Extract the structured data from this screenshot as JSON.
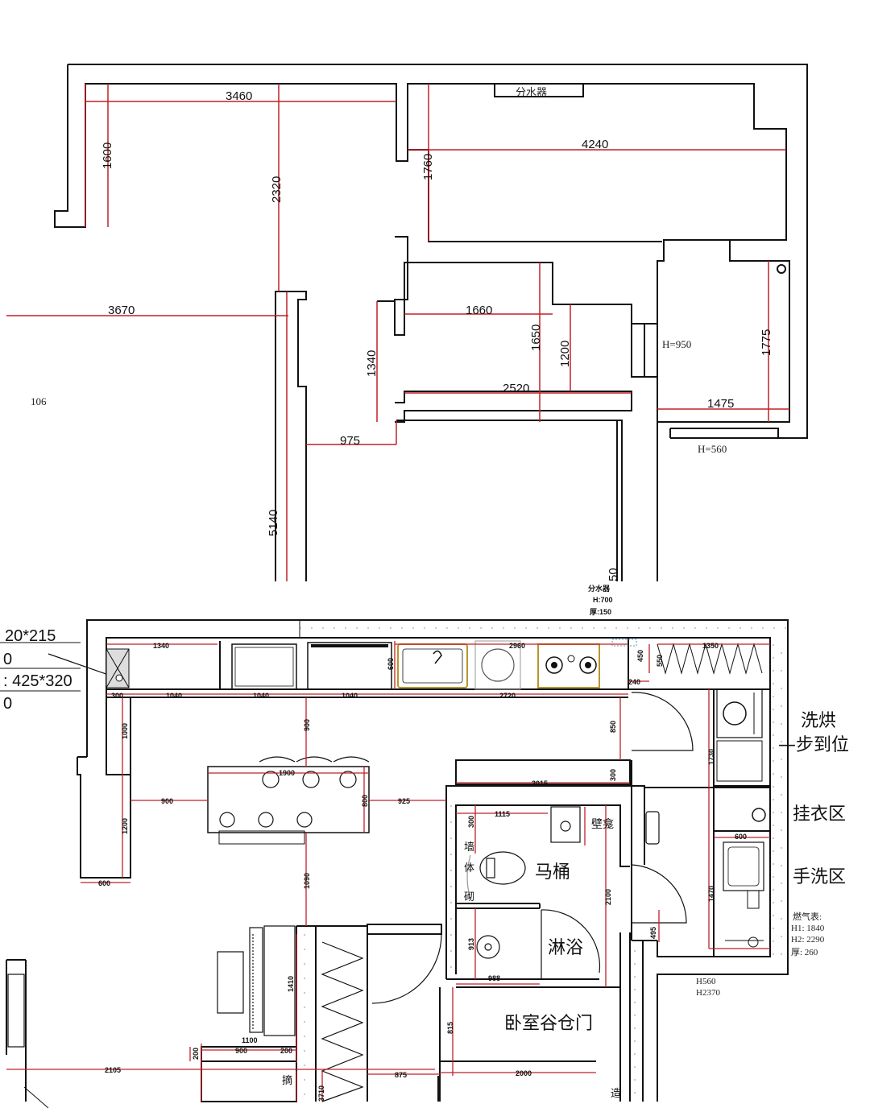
{
  "top_plan": {
    "water_distributor": "分水器",
    "room_id": "106",
    "dims": {
      "d3460": "3460",
      "d1600": "1600",
      "d2320": "2320",
      "d1760": "1760",
      "d4240": "4240",
      "d3670": "3670",
      "d1660": "1660",
      "d1650": "1650",
      "d1340": "1340",
      "d1200": "1200",
      "d2520": "2520",
      "d1775": "1775",
      "d1475": "1475",
      "d975": "975",
      "d5140": "5140",
      "d_cut": "50"
    },
    "h950": "H=950",
    "h560": "H=560"
  },
  "bottom_plan": {
    "note_top": "分水器",
    "h700": "H:700",
    "thick150": "厚:150",
    "left_notes": [
      "20*215",
      "0",
      ":  425*320",
      "0"
    ],
    "labels": {
      "dryer": "洗烘",
      "in_place": "—步到位",
      "hanging": "挂衣区",
      "handwash": "手洗区",
      "toilet": "马桶",
      "shower": "淋浴",
      "barn_door": "卧室谷仓门",
      "niche": "壁龛",
      "wall1": "墙",
      "wall2": "体",
      "wall3": "砌",
      "wall4": "摘",
      "wall5": "造"
    },
    "gas_meter": {
      "title": "燃气表:",
      "h1": "H1:  1840",
      "h2": "H2:  2290",
      "thick": "厚:  260"
    },
    "h560": "H560",
    "h2370": "H2370",
    "dims": {
      "a1340": "1340",
      "a2960": "2960",
      "a1350": "1350",
      "a450": "450",
      "a550": "550",
      "a600": "600",
      "a240": "240",
      "a300": "300",
      "a1040a": "1040",
      "a1040b": "1040",
      "a1040c": "1040",
      "a2720": "2720",
      "a1000": "1000",
      "a900v": "900",
      "a850": "850",
      "a1900": "1900",
      "a1730": "1730",
      "a2015": "2015",
      "a900h": "900",
      "a800": "800",
      "a925": "925",
      "a300b": "300",
      "a1115": "1115",
      "a600b": "600",
      "a1200": "1200",
      "a300c": "300",
      "a1090": "1090",
      "a2100": "2100",
      "a1470": "1470",
      "a600c": "600",
      "a495": "495",
      "a913": "913",
      "a988": "988",
      "a1410": "1410",
      "a815": "815",
      "a1100": "1100",
      "a200a": "200",
      "a900c": "900",
      "a200b": "200",
      "a2105": "2105",
      "a875": "875",
      "a2000": "2000",
      "a3710": "3710"
    }
  }
}
